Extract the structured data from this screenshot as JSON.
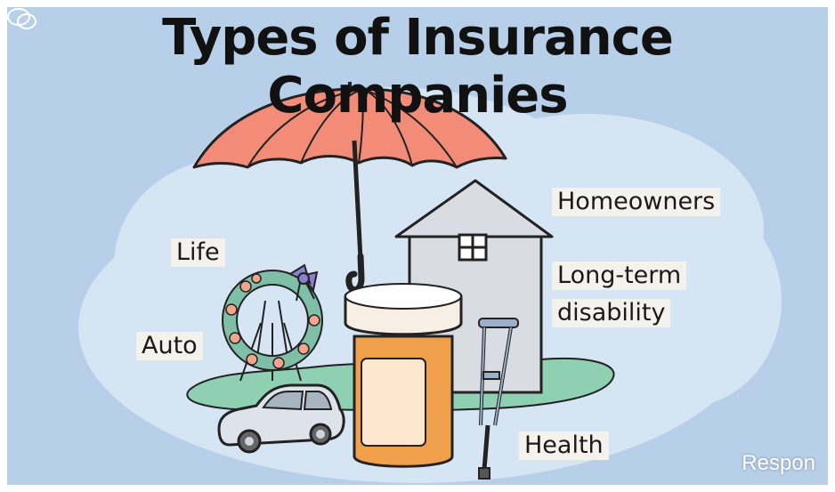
{
  "title": "Types of Insurance Companies",
  "labels": {
    "homeowners": "Homeowners",
    "long_term_line1": "Long-term",
    "long_term_line2": "disability",
    "life": "Life",
    "auto": "Auto",
    "health": "Health"
  },
  "watermark": "Respon",
  "colors": {
    "background": "#b7cfe8",
    "cloud": "#d6e5f4",
    "umbrella": "#f28c78",
    "house": "#d9dde3",
    "bottle": "#f0a04b",
    "ground": "#8fcfb2"
  }
}
